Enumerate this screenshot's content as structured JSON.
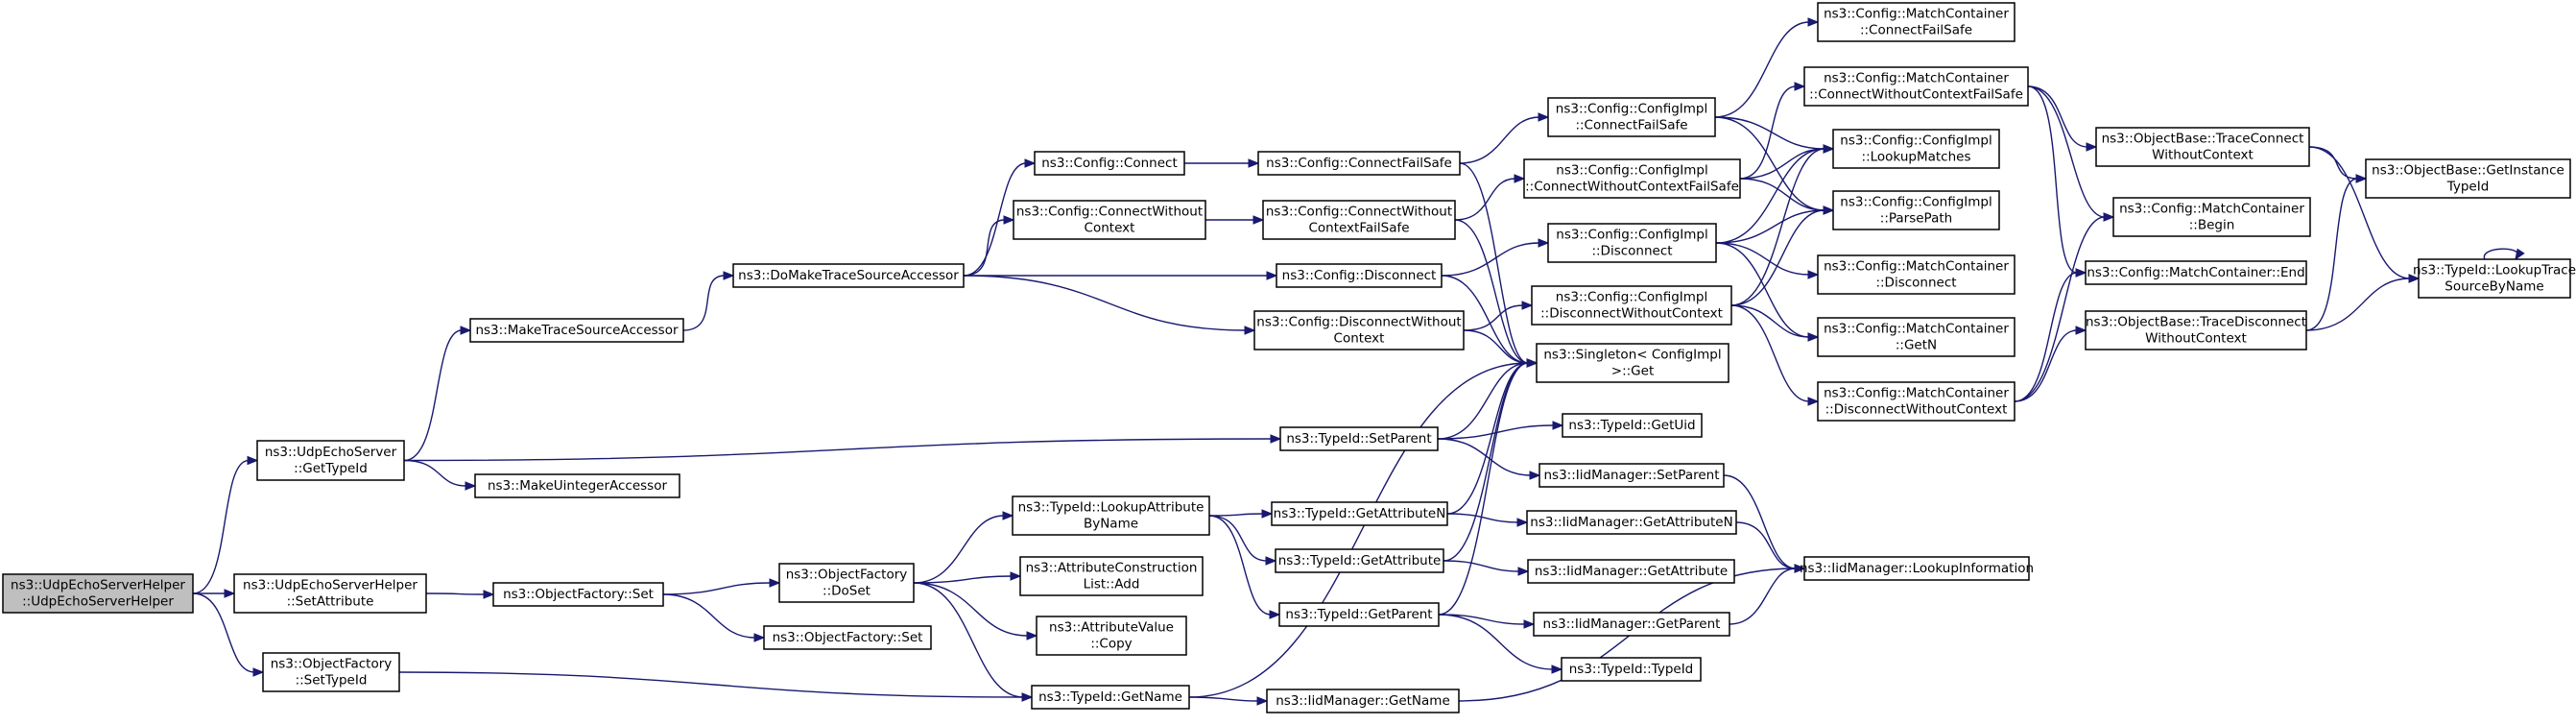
{
  "graph": {
    "nodes": [
      {
        "id": "root",
        "lines": [
          "ns3::UdpEchoServerHelper",
          "::UdpEchoServerHelper"
        ],
        "root": true
      },
      {
        "id": "udpGetTypeId",
        "lines": [
          "ns3::UdpEchoServer",
          "::GetTypeId"
        ]
      },
      {
        "id": "helperSetAttr",
        "lines": [
          "ns3::UdpEchoServerHelper",
          "::SetAttribute"
        ]
      },
      {
        "id": "ofSetTypeId",
        "lines": [
          "ns3::ObjectFactory",
          "::SetTypeId"
        ]
      },
      {
        "id": "makeTSA",
        "lines": [
          "ns3::MakeTraceSourceAccessor"
        ]
      },
      {
        "id": "makeUIA",
        "lines": [
          "ns3::MakeUintegerAccessor"
        ]
      },
      {
        "id": "ofSet",
        "lines": [
          "ns3::ObjectFactory::Set"
        ]
      },
      {
        "id": "doMakeTSA",
        "lines": [
          "ns3::DoMakeTraceSourceAccessor"
        ]
      },
      {
        "id": "ofDoSet",
        "lines": [
          "ns3::ObjectFactory",
          "::DoSet"
        ]
      },
      {
        "id": "ofSet2",
        "lines": [
          "ns3::ObjectFactory::Set"
        ]
      },
      {
        "id": "cfgConnect",
        "lines": [
          "ns3::Config::Connect"
        ]
      },
      {
        "id": "cfgConnectWC",
        "lines": [
          "ns3::Config::ConnectWithout",
          "Context"
        ]
      },
      {
        "id": "tidLookupAttr",
        "lines": [
          "ns3::TypeId::LookupAttribute",
          "ByName"
        ]
      },
      {
        "id": "acListAdd",
        "lines": [
          "ns3::AttributeConstruction",
          "List::Add"
        ]
      },
      {
        "id": "avCopy",
        "lines": [
          "ns3::AttributeValue",
          "::Copy"
        ]
      },
      {
        "id": "tidGetName",
        "lines": [
          "ns3::TypeId::GetName"
        ]
      },
      {
        "id": "cfgConnectFS",
        "lines": [
          "ns3::Config::ConnectFailSafe"
        ]
      },
      {
        "id": "cfgConnectWCFS",
        "lines": [
          "ns3::Config::ConnectWithout",
          "ContextFailSafe"
        ]
      },
      {
        "id": "cfgDisconnect",
        "lines": [
          "ns3::Config::Disconnect"
        ]
      },
      {
        "id": "cfgDisconnectWC",
        "lines": [
          "ns3::Config::DisconnectWithout",
          "Context"
        ]
      },
      {
        "id": "tidSetParent",
        "lines": [
          "ns3::TypeId::SetParent"
        ]
      },
      {
        "id": "tidGetAttrN",
        "lines": [
          "ns3::TypeId::GetAttributeN"
        ]
      },
      {
        "id": "tidGetAttr",
        "lines": [
          "ns3::TypeId::GetAttribute"
        ]
      },
      {
        "id": "tidGetParent",
        "lines": [
          "ns3::TypeId::GetParent"
        ]
      },
      {
        "id": "iidGetName",
        "lines": [
          "ns3::IidManager::GetName"
        ]
      },
      {
        "id": "ciConnectFS",
        "lines": [
          "ns3::Config::ConfigImpl",
          "::ConnectFailSafe"
        ]
      },
      {
        "id": "ciConnectWCFS",
        "lines": [
          "ns3::Config::ConfigImpl",
          "::ConnectWithoutContextFailSafe"
        ]
      },
      {
        "id": "ciDisconnect",
        "lines": [
          "ns3::Config::ConfigImpl",
          "::Disconnect"
        ]
      },
      {
        "id": "ciDisconnectWC",
        "lines": [
          "ns3::Config::ConfigImpl",
          "::DisconnectWithoutContext"
        ]
      },
      {
        "id": "singletonGet",
        "lines": [
          "ns3::Singleton< ConfigImpl",
          " >::Get"
        ]
      },
      {
        "id": "tidGetUid",
        "lines": [
          "ns3::TypeId::GetUid"
        ]
      },
      {
        "id": "iidSetParent",
        "lines": [
          "ns3::IidManager::SetParent"
        ]
      },
      {
        "id": "iidGetAttrN",
        "lines": [
          "ns3::IidManager::GetAttributeN"
        ]
      },
      {
        "id": "iidGetAttr",
        "lines": [
          "ns3::IidManager::GetAttribute"
        ]
      },
      {
        "id": "iidGetParent",
        "lines": [
          "ns3::IidManager::GetParent"
        ]
      },
      {
        "id": "tidTypeId",
        "lines": [
          "ns3::TypeId::TypeId"
        ]
      },
      {
        "id": "mcConnectFS",
        "lines": [
          "ns3::Config::MatchContainer",
          "::ConnectFailSafe"
        ]
      },
      {
        "id": "mcConnectWCFS",
        "lines": [
          "ns3::Config::MatchContainer",
          "::ConnectWithoutContextFailSafe"
        ]
      },
      {
        "id": "ciLookupMatches",
        "lines": [
          "ns3::Config::ConfigImpl",
          "::LookupMatches"
        ]
      },
      {
        "id": "ciParsePath",
        "lines": [
          "ns3::Config::ConfigImpl",
          "::ParsePath"
        ]
      },
      {
        "id": "mcDisconnect",
        "lines": [
          "ns3::Config::MatchContainer",
          "::Disconnect"
        ]
      },
      {
        "id": "mcGetN",
        "lines": [
          "ns3::Config::MatchContainer",
          "::GetN"
        ]
      },
      {
        "id": "mcDisconnectWC",
        "lines": [
          "ns3::Config::MatchContainer",
          "::DisconnectWithoutContext"
        ]
      },
      {
        "id": "iidLookupInfo",
        "lines": [
          "ns3::IidManager::LookupInformation"
        ]
      },
      {
        "id": "obTraceConnectWC",
        "lines": [
          "ns3::ObjectBase::TraceConnect",
          "WithoutContext"
        ]
      },
      {
        "id": "mcBegin",
        "lines": [
          "ns3::Config::MatchContainer",
          "::Begin"
        ]
      },
      {
        "id": "mcEnd",
        "lines": [
          "ns3::Config::MatchContainer::End"
        ]
      },
      {
        "id": "obTraceDisconnectWC",
        "lines": [
          "ns3::ObjectBase::TraceDisconnect",
          "WithoutContext"
        ]
      },
      {
        "id": "obGetInstanceTypeId",
        "lines": [
          "ns3::ObjectBase::GetInstance",
          "TypeId"
        ]
      },
      {
        "id": "tidLookupTraceSource",
        "lines": [
          "ns3::TypeId::LookupTrace",
          "SourceByName"
        ]
      }
    ],
    "edges": [
      [
        "root",
        "udpGetTypeId"
      ],
      [
        "root",
        "helperSetAttr"
      ],
      [
        "root",
        "ofSetTypeId"
      ],
      [
        "udpGetTypeId",
        "makeTSA"
      ],
      [
        "udpGetTypeId",
        "makeUIA"
      ],
      [
        "udpGetTypeId",
        "tidSetParent"
      ],
      [
        "helperSetAttr",
        "ofSet"
      ],
      [
        "ofSet",
        "ofDoSet"
      ],
      [
        "ofSet",
        "ofSet2"
      ],
      [
        "ofSetTypeId",
        "tidGetName"
      ],
      [
        "makeTSA",
        "doMakeTSA"
      ],
      [
        "doMakeTSA",
        "cfgConnect"
      ],
      [
        "doMakeTSA",
        "cfgConnectWC"
      ],
      [
        "doMakeTSA",
        "cfgDisconnect"
      ],
      [
        "doMakeTSA",
        "cfgDisconnectWC"
      ],
      [
        "ofDoSet",
        "tidLookupAttr"
      ],
      [
        "ofDoSet",
        "acListAdd"
      ],
      [
        "ofDoSet",
        "avCopy"
      ],
      [
        "ofDoSet",
        "tidGetName"
      ],
      [
        "cfgConnect",
        "cfgConnectFS"
      ],
      [
        "cfgConnectWC",
        "cfgConnectWCFS"
      ],
      [
        "cfgDisconnect",
        "ciDisconnect"
      ],
      [
        "cfgDisconnect",
        "singletonGet"
      ],
      [
        "cfgDisconnectWC",
        "ciDisconnectWC"
      ],
      [
        "cfgDisconnectWC",
        "singletonGet"
      ],
      [
        "cfgConnectFS",
        "ciConnectFS"
      ],
      [
        "cfgConnectFS",
        "singletonGet"
      ],
      [
        "cfgConnectWCFS",
        "ciConnectWCFS"
      ],
      [
        "cfgConnectWCFS",
        "singletonGet"
      ],
      [
        "tidLookupAttr",
        "tidGetAttrN"
      ],
      [
        "tidLookupAttr",
        "tidGetAttr"
      ],
      [
        "tidLookupAttr",
        "tidGetParent"
      ],
      [
        "tidGetName",
        "singletonGet"
      ],
      [
        "tidGetName",
        "iidGetName"
      ],
      [
        "tidSetParent",
        "singletonGet"
      ],
      [
        "tidSetParent",
        "tidGetUid"
      ],
      [
        "tidSetParent",
        "iidSetParent"
      ],
      [
        "tidGetAttrN",
        "singletonGet"
      ],
      [
        "tidGetAttrN",
        "iidGetAttrN"
      ],
      [
        "tidGetAttr",
        "singletonGet"
      ],
      [
        "tidGetAttr",
        "iidGetAttr"
      ],
      [
        "tidGetParent",
        "singletonGet"
      ],
      [
        "tidGetParent",
        "iidGetParent"
      ],
      [
        "tidGetParent",
        "tidTypeId"
      ],
      [
        "iidGetName",
        "iidLookupInfo"
      ],
      [
        "iidSetParent",
        "iidLookupInfo"
      ],
      [
        "iidGetAttrN",
        "iidLookupInfo"
      ],
      [
        "iidGetParent",
        "iidLookupInfo"
      ],
      [
        "ciConnectFS",
        "mcConnectFS"
      ],
      [
        "ciConnectFS",
        "ciLookupMatches"
      ],
      [
        "ciConnectFS",
        "ciParsePath"
      ],
      [
        "ciConnectWCFS",
        "mcConnectWCFS"
      ],
      [
        "ciConnectWCFS",
        "ciLookupMatches"
      ],
      [
        "ciConnectWCFS",
        "ciParsePath"
      ],
      [
        "ciDisconnect",
        "ciLookupMatches"
      ],
      [
        "ciDisconnect",
        "ciParsePath"
      ],
      [
        "ciDisconnect",
        "mcDisconnect"
      ],
      [
        "ciDisconnect",
        "mcGetN"
      ],
      [
        "ciDisconnectWC",
        "ciLookupMatches"
      ],
      [
        "ciDisconnectWC",
        "ciParsePath"
      ],
      [
        "ciDisconnectWC",
        "mcGetN"
      ],
      [
        "ciDisconnectWC",
        "mcDisconnectWC"
      ],
      [
        "mcConnectWCFS",
        "obTraceConnectWC"
      ],
      [
        "mcConnectWCFS",
        "mcBegin"
      ],
      [
        "mcConnectWCFS",
        "mcEnd"
      ],
      [
        "mcDisconnectWC",
        "mcBegin"
      ],
      [
        "mcDisconnectWC",
        "mcEnd"
      ],
      [
        "mcDisconnectWC",
        "obTraceDisconnectWC"
      ],
      [
        "obTraceConnectWC",
        "obGetInstanceTypeId"
      ],
      [
        "obTraceConnectWC",
        "tidLookupTraceSource"
      ],
      [
        "obTraceDisconnectWC",
        "obGetInstanceTypeId"
      ],
      [
        "obTraceDisconnectWC",
        "tidLookupTraceSource"
      ],
      [
        "tidLookupTraceSource",
        "tidLookupTraceSource"
      ]
    ]
  },
  "colors": {
    "edge": "#191970",
    "root_fill": "#bfbfbf",
    "node_fill": "#ffffff",
    "node_border": "#000000"
  }
}
